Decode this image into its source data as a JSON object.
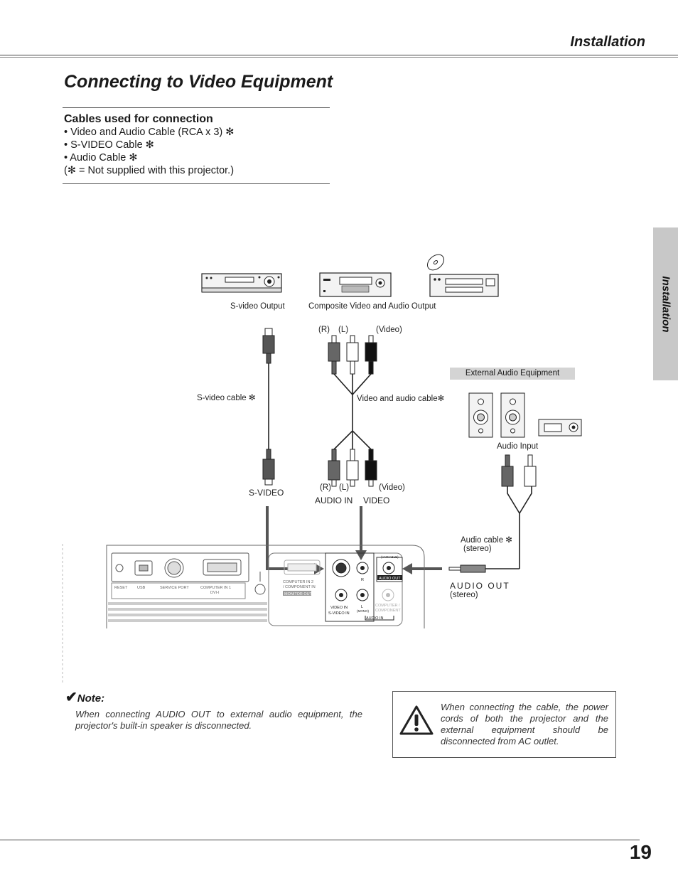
{
  "header": {
    "section": "Installation"
  },
  "page_title": "Connecting to Video Equipment",
  "cables": {
    "heading": "Cables used for connection",
    "items": [
      "• Video and Audio Cable (RCA x 3) ✻",
      "• S-VIDEO Cable ✻",
      "• Audio Cable ✻",
      "(✻ = Not supplied with this projector.)"
    ]
  },
  "side_tab": "Installation",
  "diagram": {
    "svideo_output": "S-video Output",
    "composite_output": "Composite Video and Audio Output",
    "r_top": "(R)",
    "l_top": "(L)",
    "video_top": "(Video)",
    "external_audio": "External Audio Equipment",
    "svideo_cable": "S-video cable ✻",
    "va_cable": "Video and audio cable✻",
    "audio_input": "Audio Input",
    "svideo_port": "S-VIDEO",
    "r_bottom": "(R)",
    "l_bottom": "(L)",
    "video_bottom": "(Video)",
    "audio_in": "AUDIO IN",
    "video_in": "VIDEO",
    "audio_cable": "Audio cable ✻",
    "audio_cable_stereo": "(stereo)",
    "audio_out": "AUDIO  OUT",
    "audio_out_stereo": "(stereo)",
    "panel": {
      "reset": "RESET",
      "usb": "USB",
      "service_port": "SERVICE PORT",
      "computer_in1": "COMPUTER IN 1",
      "dvi": "DVI-I",
      "computer_in2": "COMPUTER IN 2",
      "component_in": "/ COMPONENT IN",
      "monitor_out": "MONITOR OUT",
      "variable": "(VARIABLE)",
      "audio_out_panel": "AUDIO OUT",
      "r": "R",
      "l": "L",
      "mono": "(MONO)",
      "video_in": "VIDEO IN",
      "s_video_in": "S-VIDEO IN",
      "computer_component": "COMPUTER /",
      "component": "COMPONENT",
      "audio_in_panel": "AUDIO IN"
    }
  },
  "note": {
    "check": "✔",
    "label": "Note:",
    "text": "When connecting AUDIO OUT to external audio equipment, the projector's built-in speaker is disconnected."
  },
  "warning": {
    "text": "When connecting the cable, the power cords of both the projector and the external equipment should be disconnected from AC outlet."
  },
  "page_number": "19"
}
